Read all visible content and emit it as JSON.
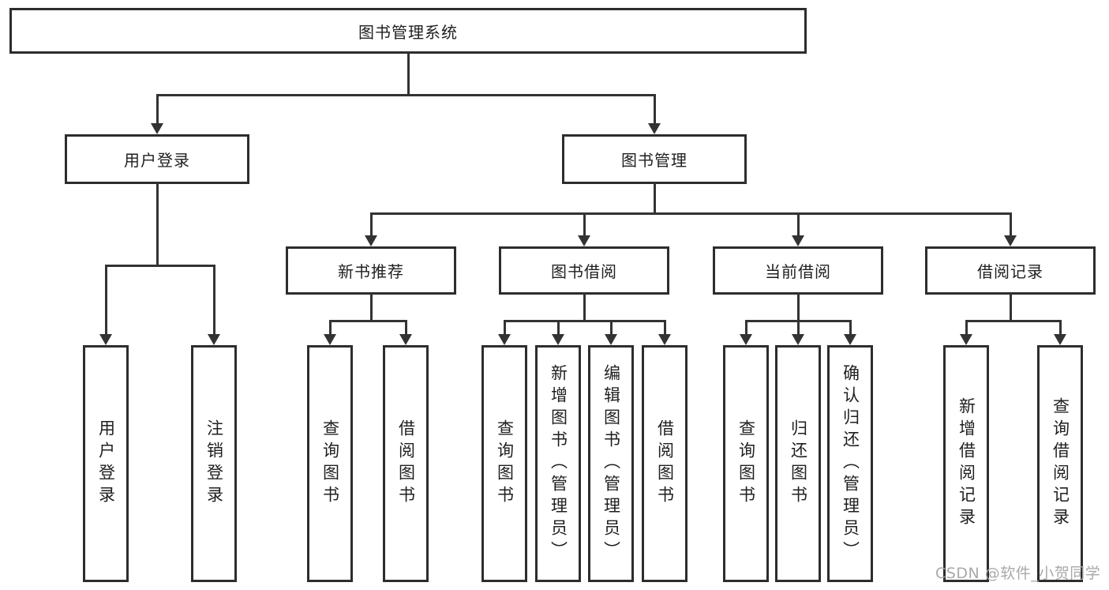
{
  "diagram": {
    "root": {
      "label": "图书管理系统"
    },
    "user_login": {
      "label": "用户登录",
      "children": [
        "用户登录",
        "注销登录"
      ]
    },
    "book_mgmt": {
      "label": "图书管理"
    },
    "new_book": {
      "label": "新书推荐",
      "children": [
        "查询图书",
        "借阅图书"
      ]
    },
    "book_borrow": {
      "label": "图书借阅",
      "children": [
        "查询图书",
        "新增图书（管理员）",
        "编辑图书（管理员）",
        "借阅图书"
      ]
    },
    "current_borrow": {
      "label": "当前借阅",
      "children": [
        "查询图书",
        "归还图书",
        "确认归还（管理员）"
      ]
    },
    "borrow_record": {
      "label": "借阅记录",
      "children": [
        "新增借阅记录",
        "查询借阅记录"
      ]
    },
    "line_color": "#333333",
    "border_color": "#2d2d2d"
  },
  "watermark": {
    "text": "CSDN @软件_小贺同学"
  }
}
